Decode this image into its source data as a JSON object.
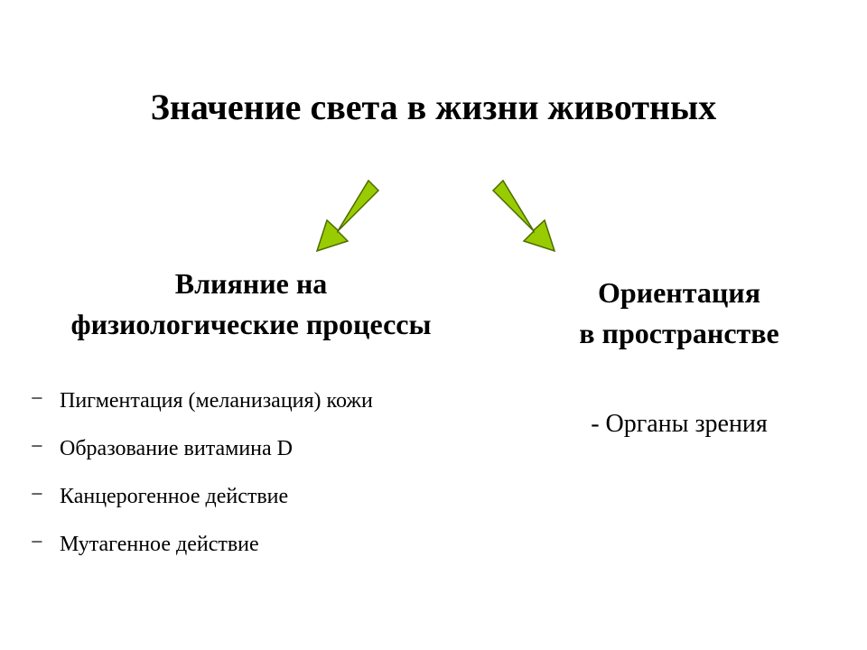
{
  "title": "Значение света в жизни животных",
  "colors": {
    "arrow_fill": "#99cc00",
    "arrow_stroke": "#4d6b00",
    "text": "#000000",
    "background": "#ffffff"
  },
  "left": {
    "heading_lines": [
      "Влияние на",
      "физиологические процессы"
    ],
    "items": [
      {
        "marker": "−",
        "text": "Пигментация (меланизация) кожи"
      },
      {
        "marker": "−",
        "text": "Образование витамина D"
      },
      {
        "marker": "−",
        "text": "Канцерогенное действие"
      },
      {
        "marker": "−",
        "text": "Мутагенное действие"
      }
    ]
  },
  "right": {
    "heading_lines": [
      "Ориентация",
      "в пространстве"
    ],
    "items": [
      {
        "text": "- Органы зрения"
      }
    ]
  },
  "icons": {
    "left_arrow": "arrow-down-left-icon",
    "right_arrow": "arrow-down-right-icon"
  }
}
